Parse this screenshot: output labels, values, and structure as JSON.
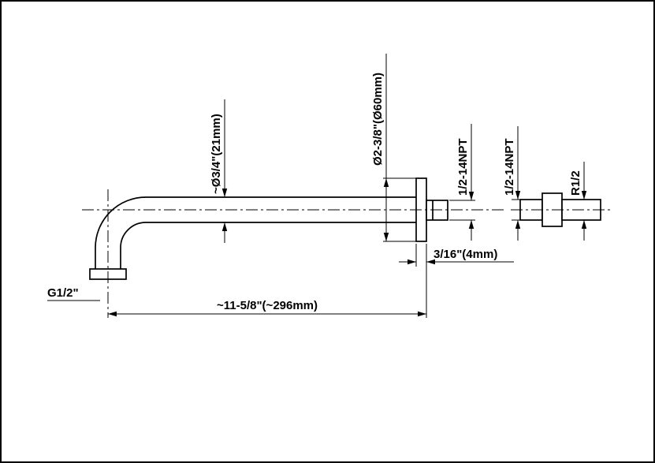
{
  "colors": {
    "line": "#000000",
    "background": "#ffffff"
  },
  "labels": {
    "tube_diameter": "~Ø3/4\"(21mm)",
    "flange_diameter": "Ø2-3/8\"(Ø60mm)",
    "arm_thread": "1/2-14NPT",
    "adapter_thread_left": "1/2-14NPT",
    "adapter_thread_right": "R1/2",
    "flange_thickness": "3/16\"(4mm)",
    "arm_length": "~11-5/8\"(~296mm)",
    "elbow_thread": "G1/2\""
  }
}
